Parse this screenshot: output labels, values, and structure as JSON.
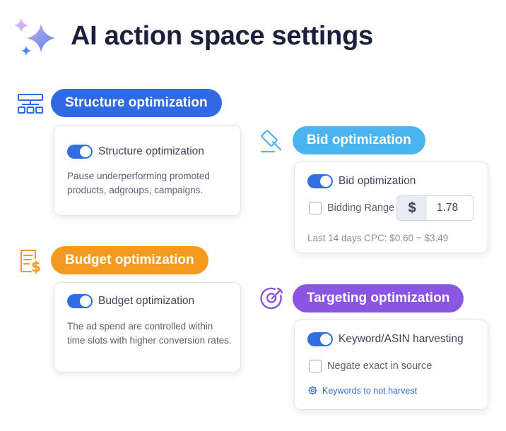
{
  "page": {
    "title": "AI action space settings"
  },
  "colors": {
    "structure": "#2f6ae3",
    "bid": "#4bb3f0",
    "budget": "#f49a1f",
    "targeting": "#8b55e3",
    "toggle": "#2f6fe0",
    "link": "#2f6fe0"
  },
  "structure": {
    "pill_label": "Structure optimization",
    "toggle_label": "Structure optimization",
    "toggle_on": true,
    "description": "Pause underperforming promoted products, adgroups, campaigns.",
    "icon": "sitemap-icon"
  },
  "bid": {
    "pill_label": "Bid optimization",
    "toggle_label": "Bid optimization",
    "toggle_on": true,
    "range_label": "Bidding Range",
    "range_checked": false,
    "currency_symbol": "$",
    "bid_value": "1.78",
    "cpc_note": "Last 14 days CPC: $0.60 ~ $3.49",
    "icon": "gavel-icon"
  },
  "budget": {
    "pill_label": "Budget optimization",
    "toggle_label": "Budget optimization",
    "toggle_on": true,
    "description": "The ad spend are controlled within time slots with higher conversion rates.",
    "icon": "budget-list-icon"
  },
  "targeting": {
    "pill_label": "Targeting optimization",
    "toggle_label": "Keyword/ASIN harvesting",
    "toggle_on": true,
    "negate_label": "Negate exact in source",
    "negate_checked": false,
    "link_label": "Keywords to not harvest",
    "icon": "target-icon"
  }
}
